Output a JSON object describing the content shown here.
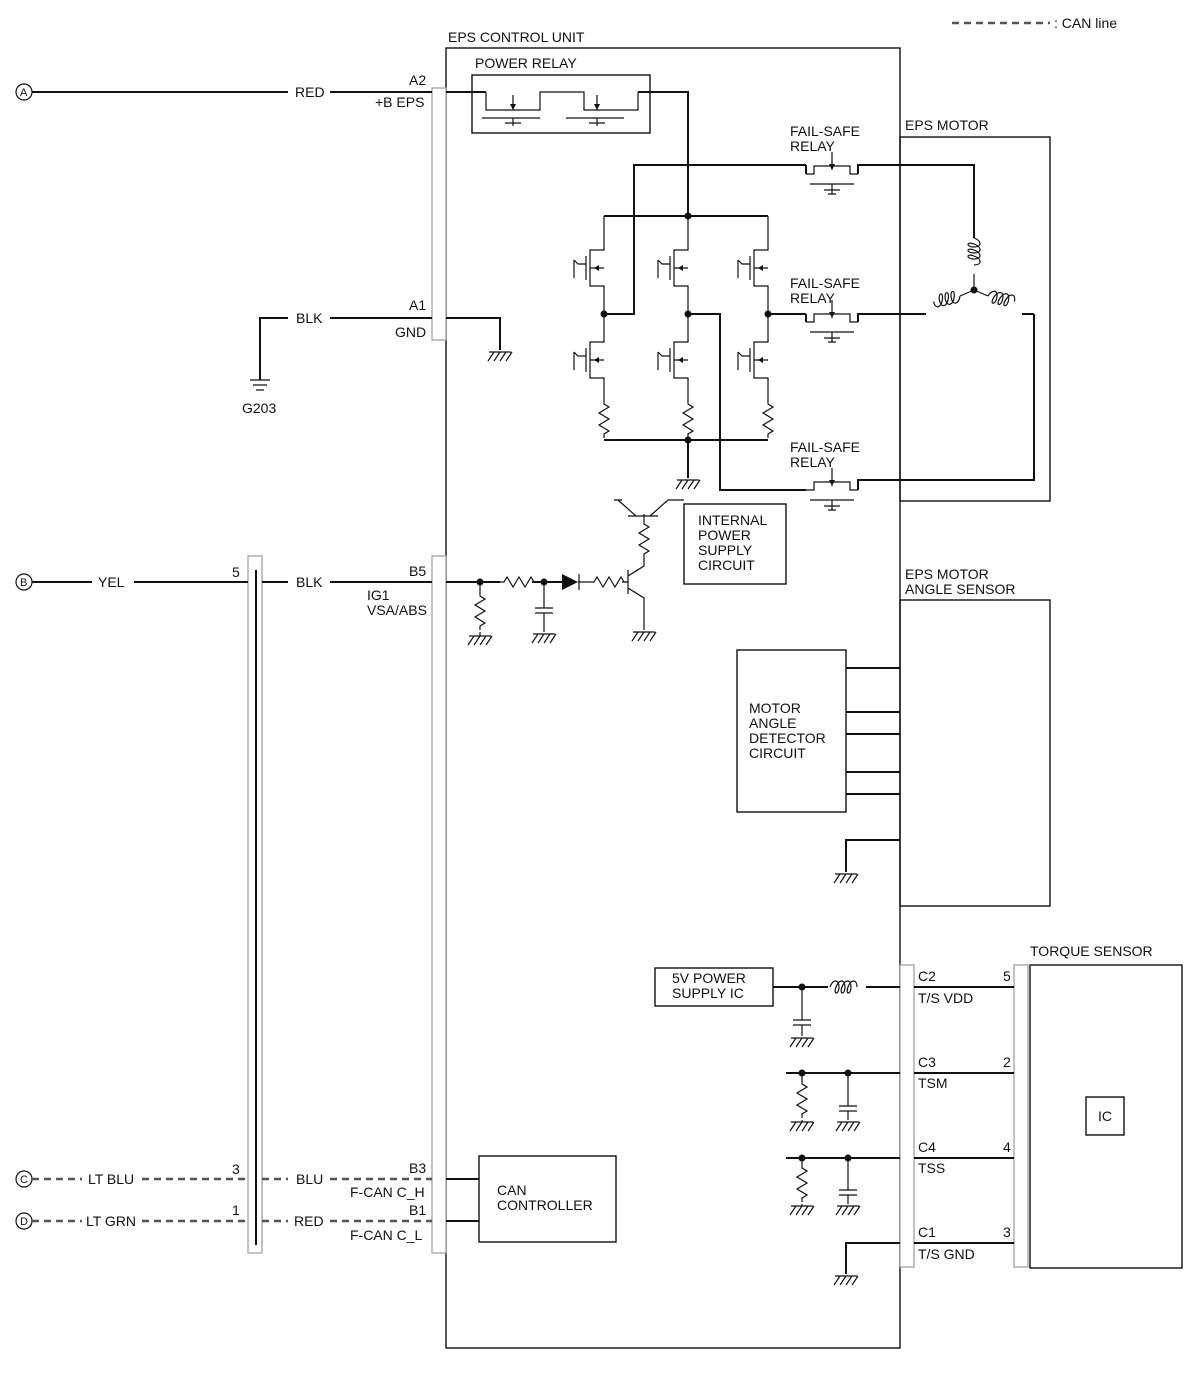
{
  "legend": {
    "can_line": ": CAN line"
  },
  "units": {
    "eps_control_unit": "EPS CONTROL UNIT",
    "power_relay": "POWER RELAY",
    "fail_safe_relay_1": [
      "FAIL-SAFE",
      "RELAY"
    ],
    "fail_safe_relay_2": [
      "FAIL-SAFE",
      "RELAY"
    ],
    "fail_safe_relay_3": [
      "FAIL-SAFE",
      "RELAY"
    ],
    "eps_motor": "EPS MOTOR",
    "internal_power_supply": [
      "INTERNAL",
      "POWER",
      "SUPPLY",
      "CIRCUIT"
    ],
    "eps_motor_angle_sensor": [
      "EPS MOTOR",
      "ANGLE SENSOR"
    ],
    "motor_angle_detector": [
      "MOTOR",
      "ANGLE",
      "DETECTOR",
      "CIRCUIT"
    ],
    "power_supply_ic": [
      "5V POWER",
      "SUPPLY IC"
    ],
    "torque_sensor": "TORQUE SENSOR",
    "ic": "IC",
    "can_controller": [
      "CAN",
      "CONTROLLER"
    ]
  },
  "connectors": {
    "A": "A",
    "B": "B",
    "C": "C",
    "D": "D"
  },
  "wires": {
    "a_color": "RED",
    "a1_color": "BLK",
    "b_in_color": "YEL",
    "b_out_color": "BLK",
    "c_in_color": "LT BLU",
    "c_out_color": "BLU",
    "d_in_color": "LT GRN",
    "d_out_color": "RED"
  },
  "ground": {
    "g203": "G203"
  },
  "pins": {
    "a2": "A2",
    "a2_name": "+B EPS",
    "a1": "A1",
    "a1_name": "GND",
    "b5": "B5",
    "b5_name": [
      "IG1",
      "VSA/ABS"
    ],
    "b3": "B3",
    "b3_name": "F-CAN C_H",
    "b1": "B1",
    "b1_name": "F-CAN C_L",
    "j5": "5",
    "j3": "3",
    "j1": "1",
    "c2": "C2",
    "c2_name": "T/S VDD",
    "t5": "5",
    "c3": "C3",
    "c3_name": "TSM",
    "t2": "2",
    "c4": "C4",
    "c4_name": "TSS",
    "t4": "4",
    "c1": "C1",
    "c1_name": "T/S GND",
    "t3": "3"
  },
  "colors": {
    "line": "#111111",
    "can_dash": "#555555",
    "connector": "#999999"
  }
}
